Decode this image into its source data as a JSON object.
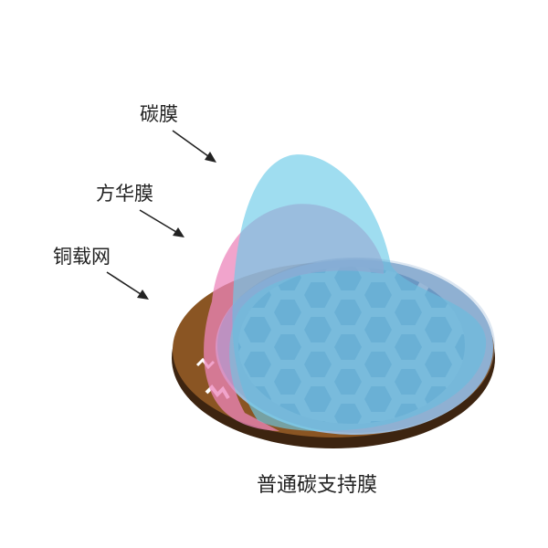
{
  "labels": {
    "carbon_film": "碳膜",
    "formvar_film": "方华膜",
    "copper_grid": "铜载网"
  },
  "caption": "普通碳支持膜",
  "colors": {
    "copper": "#8a5523",
    "copper_dark": "#3d2410",
    "formvar": "#ec86bb",
    "carbon": "#6ccbe8",
    "mesh_field": "#6f9bc4",
    "mesh_bar": "#a9c4de",
    "arrow": "#222222"
  },
  "icons": {
    "arrow": "arrow-icon"
  }
}
